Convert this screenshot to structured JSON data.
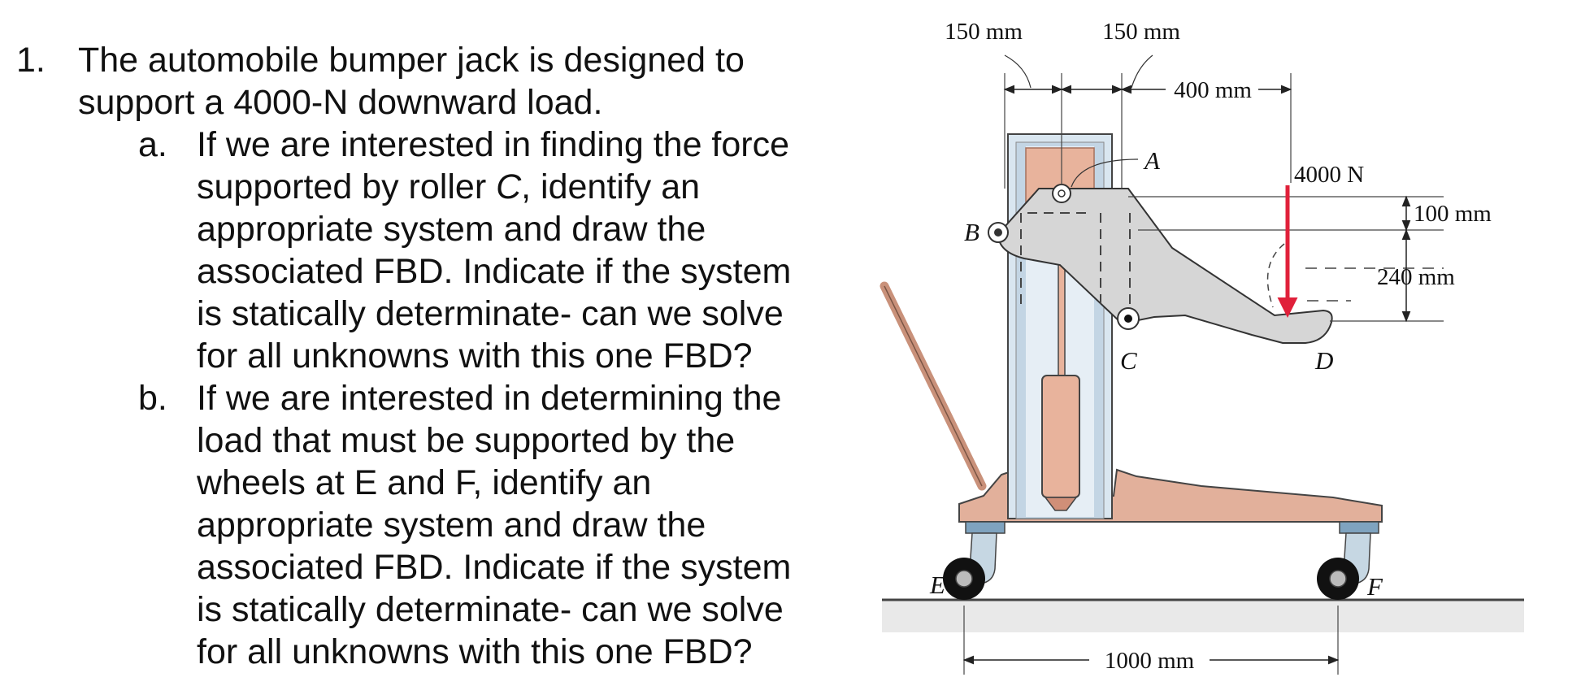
{
  "problem": {
    "number": "1.",
    "intro_lines": [
      "The automobile bumper jack is designed to",
      "support a 4000-N downward load."
    ],
    "parts": [
      {
        "marker": "a.",
        "lines": [
          "If we are interested in finding the force",
          "appropriate system and draw the",
          "associated FBD. Indicate if the system",
          "is statically determinate- can we solve",
          "for all unknowns with this one FBD?"
        ],
        "line2_before": "supported by roller ",
        "line2_italic": "C",
        "line2_after": ", identify an"
      },
      {
        "marker": "b.",
        "lines": [
          "If we are interested in determining the",
          "load that must be supported by the",
          "wheels at E and F, identify an",
          "appropriate system and draw the",
          "associated FBD. Indicate if the system",
          "is statically determinate- can we solve",
          "for all unknowns with this one FBD?"
        ]
      }
    ]
  },
  "figure": {
    "dimensions": {
      "dim_150_left": "150 mm",
      "dim_150_right": "150 mm",
      "dim_400": "400 mm",
      "dim_100": "100 mm",
      "dim_240": "240 mm",
      "dim_1000": "1000 mm"
    },
    "load_label": "4000 N",
    "point_labels": {
      "A": "A",
      "B": "B",
      "C": "C",
      "D": "D",
      "E": "E",
      "F": "F"
    },
    "colors": {
      "load_arrow": "#e0203a",
      "frame": "#d9e6f0",
      "piston": "#e8b39c",
      "base": "#e2b09b",
      "arm": "#d6d6d6"
    },
    "icons": [
      "load-arrow-icon",
      "wheel-icon",
      "pin-icon"
    ]
  }
}
